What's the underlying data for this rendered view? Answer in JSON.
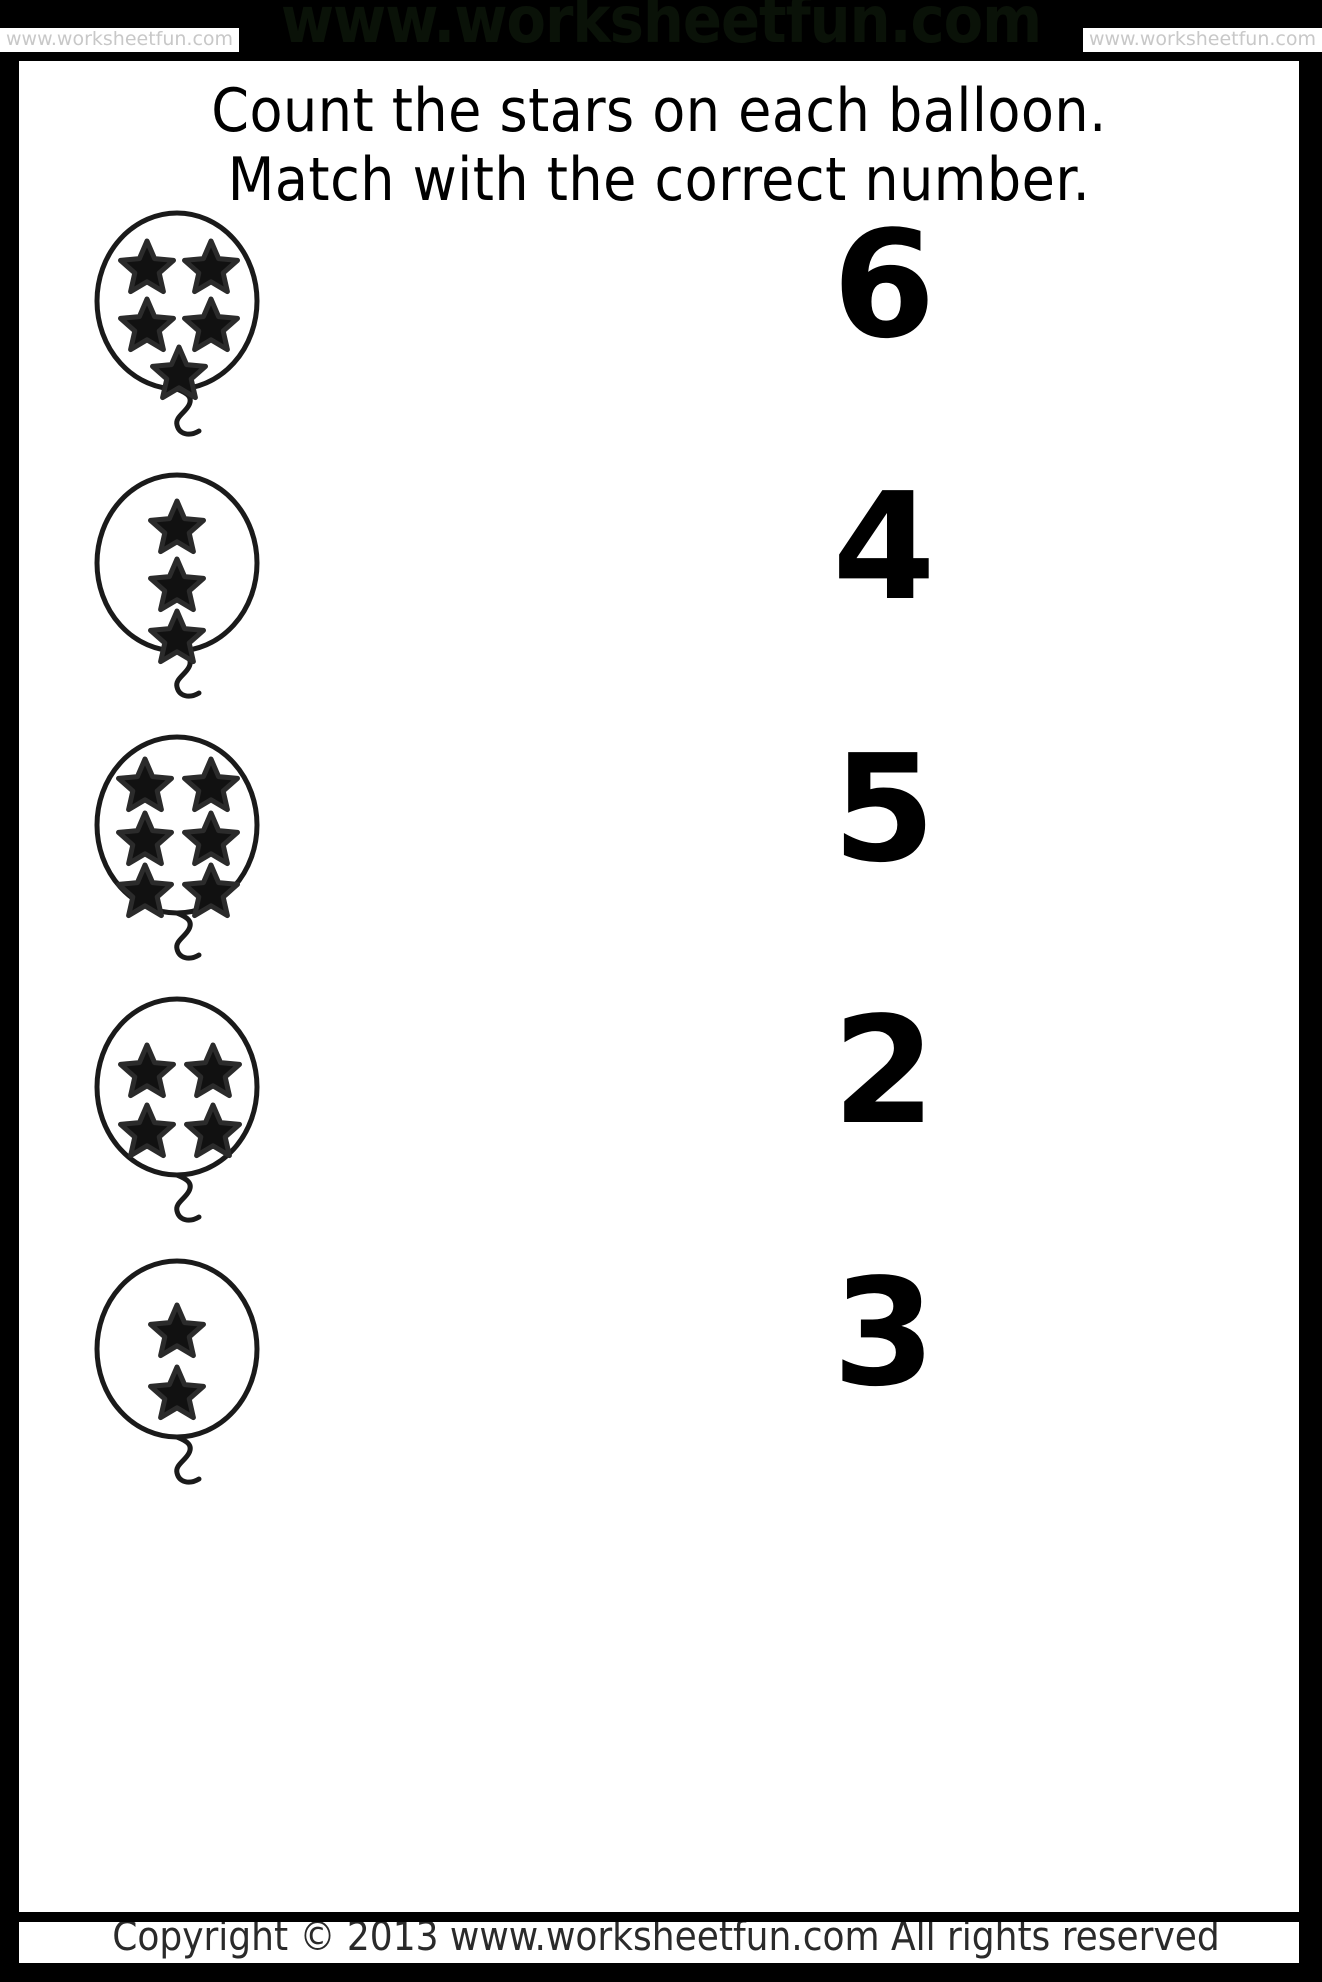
{
  "watermark": {
    "big": "www.worksheetfun.com",
    "left": "www.worksheetfun.com",
    "right": "www.worksheetfun.com"
  },
  "title": {
    "line1": "Count the stars on each balloon.",
    "line2": "Match with the correct number."
  },
  "footer": {
    "copyright": "Copyright © 2013 www.worksheetfun.com All rights reserved"
  },
  "colors": {
    "ink": "#000000",
    "paper": "#ffffff",
    "band": "#000000",
    "watermark_small": "#c8c8c8"
  },
  "rows": [
    {
      "id": "row-1",
      "balloon": {
        "name": "balloon-with-5-stars",
        "star_count": 5,
        "star_layout": [
          2,
          2,
          1
        ]
      },
      "number": "6"
    },
    {
      "id": "row-2",
      "balloon": {
        "name": "balloon-with-3-stars",
        "star_count": 3,
        "star_layout": [
          1,
          1,
          1
        ]
      },
      "number": "4"
    },
    {
      "id": "row-3",
      "balloon": {
        "name": "balloon-with-6-stars",
        "star_count": 6,
        "star_layout": [
          2,
          2,
          2
        ]
      },
      "number": "5"
    },
    {
      "id": "row-4",
      "balloon": {
        "name": "balloon-with-4-stars",
        "star_count": 4,
        "star_layout": [
          2,
          2
        ]
      },
      "number": "2"
    },
    {
      "id": "row-5",
      "balloon": {
        "name": "balloon-with-2-stars",
        "star_count": 2,
        "star_layout": [
          1,
          1
        ]
      },
      "number": "3"
    }
  ]
}
